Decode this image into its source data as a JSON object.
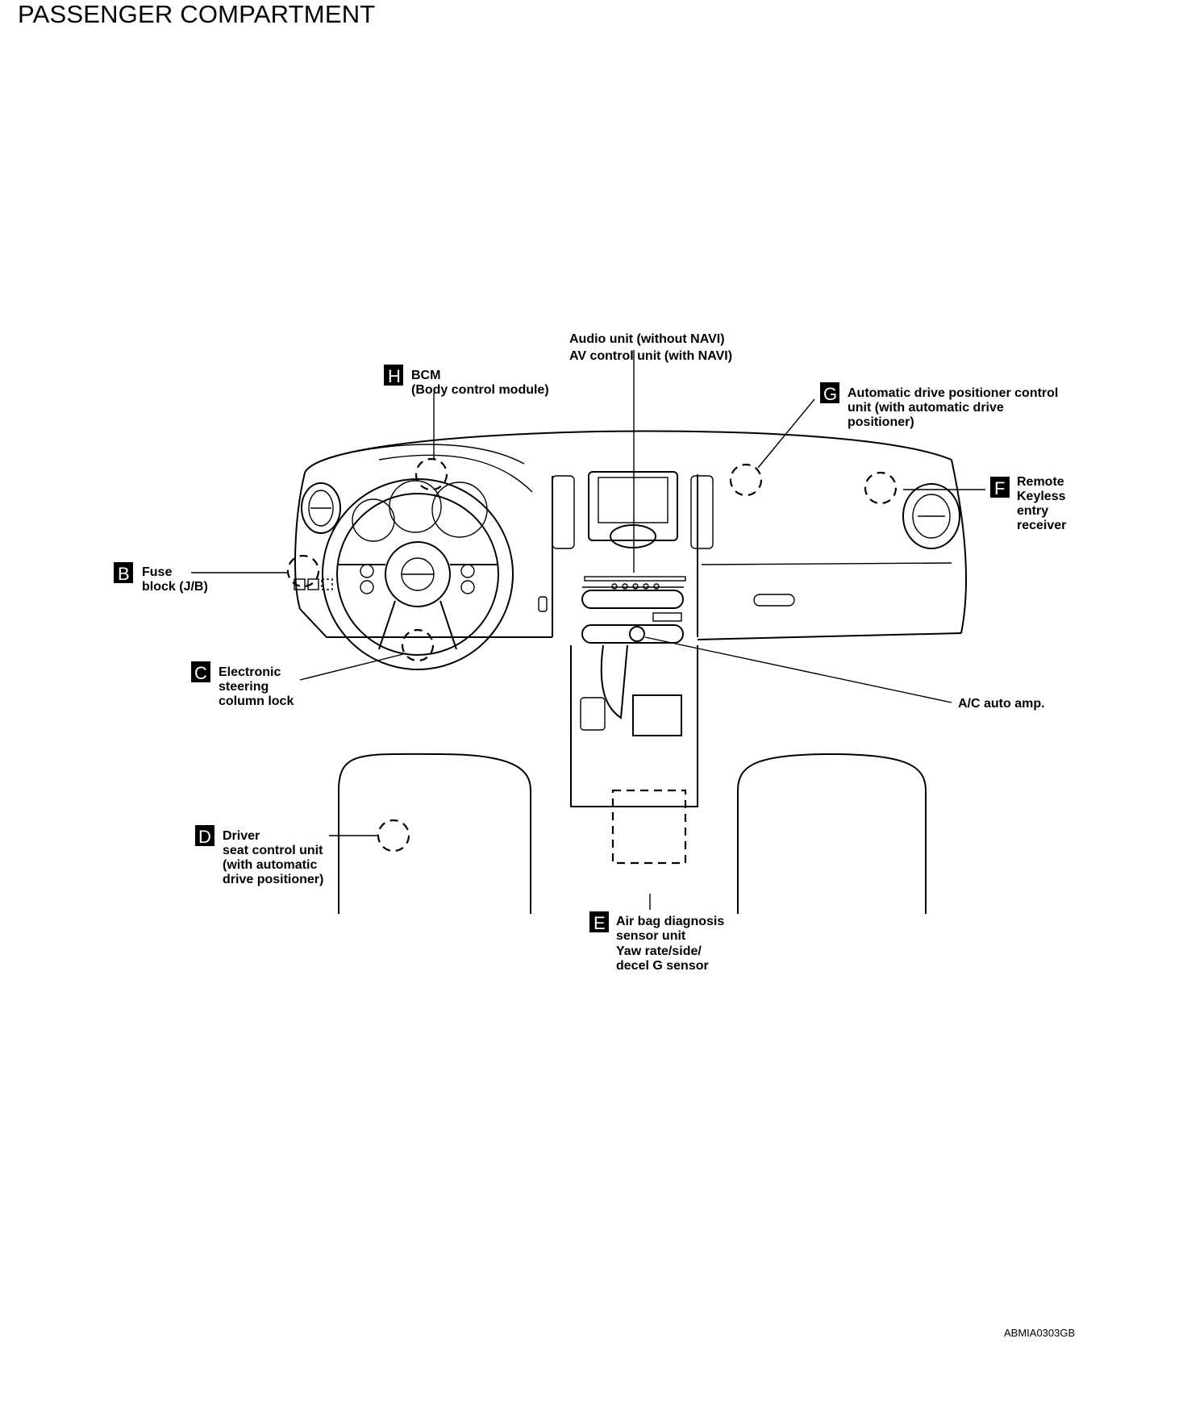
{
  "page_title": "PASSENGER COMPARTMENT",
  "figure_code": "ABMIA0303GB",
  "callouts": {
    "audio": {
      "line1": "Audio unit (without NAVI)",
      "line2": "AV control unit (with NAVI)"
    },
    "H": {
      "letter": "H",
      "lines": [
        "BCM",
        "(Body control module)"
      ]
    },
    "G": {
      "letter": "G",
      "lines": [
        "Automatic drive positioner control",
        "unit (with automatic drive",
        "positioner)"
      ]
    },
    "F": {
      "letter": "F",
      "lines": [
        "Remote",
        "Keyless",
        "entry",
        "receiver"
      ]
    },
    "B": {
      "letter": "B",
      "lines": [
        "Fuse",
        "block (J/B)"
      ]
    },
    "C": {
      "letter": "C",
      "lines": [
        "Electronic",
        "steering",
        "column lock"
      ]
    },
    "ac": {
      "line1": "A/C auto amp."
    },
    "D": {
      "letter": "D",
      "lines": [
        "Driver",
        "seat control unit",
        "(with automatic",
        "drive positioner)"
      ]
    },
    "E": {
      "letter": "E",
      "lines": [
        "Air bag diagnosis",
        "sensor unit",
        "Yaw rate/side/",
        "decel G sensor"
      ]
    }
  }
}
